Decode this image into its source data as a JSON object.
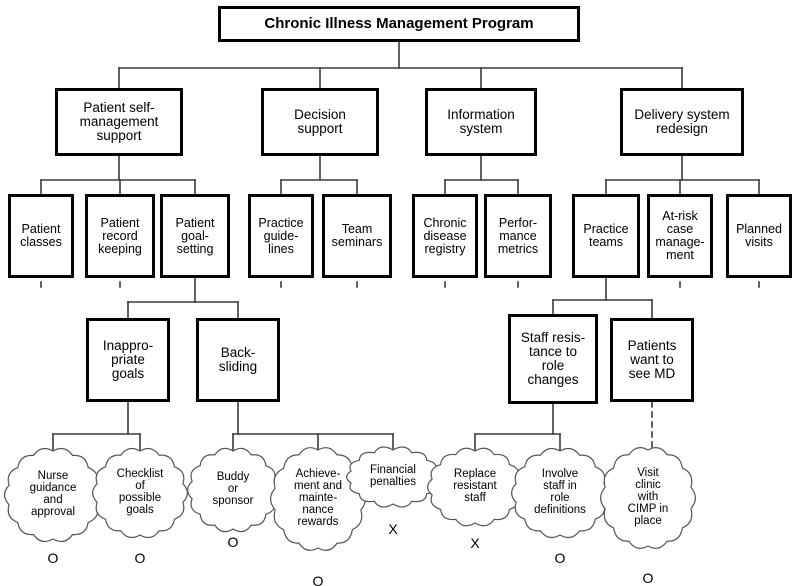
{
  "diagram": {
    "title": "Chronic Illness Management Program",
    "type": "tree",
    "legend_markers": {
      "opportunity": "O",
      "barrier": "X"
    }
  },
  "root": {
    "id": "root",
    "label": "Chronic Illness Management Program"
  },
  "level2": [
    {
      "id": "self-management",
      "label": "Patient self-\nmanagement\nsupport"
    },
    {
      "id": "decision-support",
      "label": "Decision\nsupport"
    },
    {
      "id": "information-system",
      "label": "Information\nsystem"
    },
    {
      "id": "delivery-redesign",
      "label": "Delivery system\nredesign"
    }
  ],
  "level3": [
    {
      "id": "patient-classes",
      "label": "Patient\nclasses"
    },
    {
      "id": "patient-record-keeping",
      "label": "Patient\nrecord\nkeeping"
    },
    {
      "id": "patient-goal-setting",
      "label": "Patient\ngoal-\nsetting"
    },
    {
      "id": "practice-guidelines",
      "label": "Practice\nguide-\nlines"
    },
    {
      "id": "team-seminars",
      "label": "Team\nseminars"
    },
    {
      "id": "chronic-disease-registry",
      "label": "Chronic\ndisease\nregistry"
    },
    {
      "id": "performance-metrics",
      "label": "Perfor-\nmance\nmetrics"
    },
    {
      "id": "practice-teams",
      "label": "Practice\nteams"
    },
    {
      "id": "at-risk-case-management",
      "label": "At-risk\ncase\nmanage-\nment"
    },
    {
      "id": "planned-visits",
      "label": "Planned\nvisits"
    }
  ],
  "level4": [
    {
      "id": "inappropriate-goals",
      "label": "Inappro-\npriate\ngoals"
    },
    {
      "id": "back-sliding",
      "label": "Back-\nsliding"
    },
    {
      "id": "staff-resistance",
      "label": "Staff resis-\ntance to\nrole\nchanges"
    },
    {
      "id": "patients-want-md",
      "label": "Patients\nwant to\nsee MD"
    }
  ],
  "clouds": [
    {
      "id": "nurse-guidance",
      "label": "Nurse\nguidance\nand\napproval",
      "marker": "O"
    },
    {
      "id": "checklist-goals",
      "label": "Checklist\nof\npossible\ngoals",
      "marker": "O"
    },
    {
      "id": "buddy-sponsor",
      "label": "Buddy\nor\nsponsor",
      "marker": "O"
    },
    {
      "id": "achievement-rewards",
      "label": "Achieve-\nment and\nmainte-\nnance\nrewards",
      "marker": "O"
    },
    {
      "id": "financial-penalties",
      "label": "Financial\npenalties",
      "marker": "X"
    },
    {
      "id": "replace-resistant-staff",
      "label": "Replace\nresistant\nstaff",
      "marker": "X"
    },
    {
      "id": "involve-staff-roles",
      "label": "Involve\nstaff in\nrole\ndefinitions",
      "marker": "O"
    },
    {
      "id": "visit-clinic-cimp",
      "label": "Visit\nclinic\nwith\nCIMP in\nplace",
      "marker": "O"
    }
  ]
}
